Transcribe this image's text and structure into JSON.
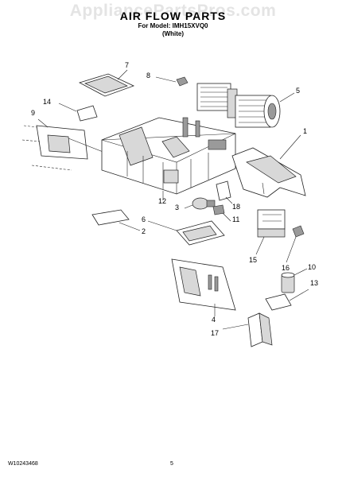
{
  "watermark": "AppliancePartsPros.com",
  "header": {
    "title": "AIR FLOW PARTS",
    "model_line": "For Model: IMH15XVQ0",
    "variant": "(White)"
  },
  "callouts": {
    "c1": "1",
    "c2": "2",
    "c3": "3",
    "c4": "4",
    "c5": "5",
    "c6": "6",
    "c7": "7",
    "c8": "8",
    "c9": "9",
    "c10": "10",
    "c11": "11",
    "c12": "12",
    "c13": "13",
    "c14": "14",
    "c15": "15",
    "c16": "16",
    "c17": "17",
    "c18": "18"
  },
  "footer": {
    "doc_number": "W10243468",
    "page": "5"
  }
}
